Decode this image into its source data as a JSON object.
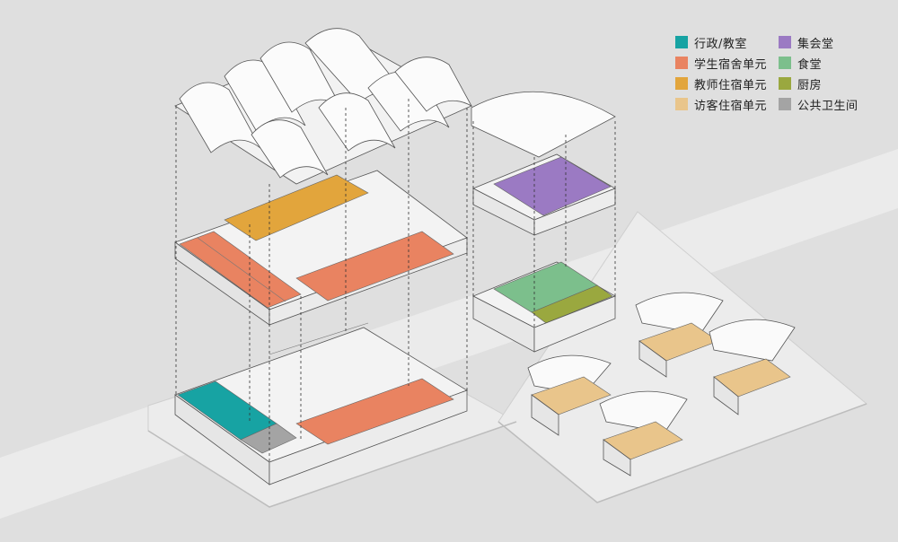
{
  "legend": {
    "items": [
      {
        "label": "行政/教室",
        "color": "#17a3a3"
      },
      {
        "label": "学生宿舍单元",
        "color": "#e98361"
      },
      {
        "label": "教师住宿单元",
        "color": "#e2a53c"
      },
      {
        "label": "访客住宿单元",
        "color": "#e9c58b"
      },
      {
        "label": "集会堂",
        "color": "#9b7ac3"
      },
      {
        "label": "食堂",
        "color": "#7cbf8c"
      },
      {
        "label": "厨房",
        "color": "#9aa83f"
      },
      {
        "label": "公共卫生间",
        "color": "#a4a4a4"
      }
    ]
  },
  "colors": {
    "background": "#dfdfdf",
    "ground": "#e9e9e9",
    "road": "#ececec",
    "wall": "#f4f4f4",
    "line": "#333333"
  }
}
